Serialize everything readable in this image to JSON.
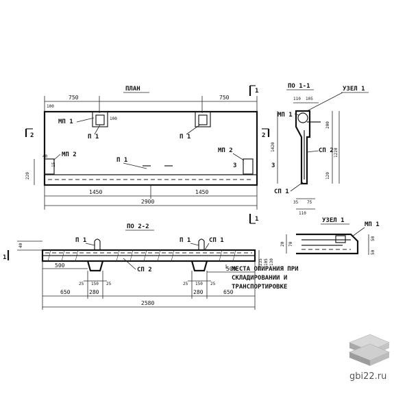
{
  "plan": {
    "title": "ПЛАН",
    "dim_top_left": "750",
    "dim_top_right": "750",
    "dim_bottom_left": "1450",
    "dim_bottom_right": "1450",
    "dim_total": "2900",
    "dim_side_a": "220",
    "dim_side_b": "40",
    "dim_side_c": "15",
    "dim_small_a": "100",
    "dim_small_b": "100",
    "section_mark_1": "1",
    "section_mark_2": "2",
    "section_mark_3": "3",
    "labels": {
      "mp1": "МП 1",
      "p1_left": "П 1",
      "p1_right": "П 1",
      "p1_center": "П 1",
      "mp2_left": "МП 2",
      "mp2_right": "МП 2"
    }
  },
  "section11": {
    "title": "ПО 1-1",
    "node_label": "УЗЕЛ 1",
    "mp1": "МП 1",
    "sp2": "СП 2",
    "sp1": "СП 1",
    "dim_top_a": "110",
    "dim_top_b": "105",
    "dim_200": "200",
    "dim_1420": "1420",
    "dim_1220": "1220",
    "dim_120": "120",
    "dim_35": "35",
    "dim_75": "75",
    "dim_110": "110"
  },
  "section22": {
    "title": "ПО 2-2",
    "p1_left": "П 1",
    "p1_right": "П 1",
    "sp1": "СП 1",
    "sp2": "СП 2",
    "dim_500_left": "500",
    "dim_500_right": "500",
    "dim_25_a": "25",
    "dim_150_a": "150",
    "dim_25_b": "25",
    "dim_25_c": "25",
    "dim_150_b": "150",
    "dim_25_d": "25",
    "dim_650_left": "650",
    "dim_280_left": "280",
    "dim_280_right": "280",
    "dim_650_right": "650",
    "dim_total": "2580",
    "dim_130": "130",
    "dim_105": "105",
    "dim_235": "235",
    "dim_40": "40",
    "note_line1": "МЕСТА ОПИРАНИЯ ПРИ",
    "note_line2": "СКЛАДИРОВАНИИ И",
    "note_line3": "ТРАНСПОРТИРОВКЕ",
    "section_mark_1": "1"
  },
  "node1": {
    "title": "УЗЕЛ 1",
    "mp1": "МП 1",
    "dim_50_a": "50",
    "dim_50_b": "50",
    "dim_20": "20",
    "dim_70": "70"
  },
  "brand": {
    "site": "gbi22.ru"
  }
}
